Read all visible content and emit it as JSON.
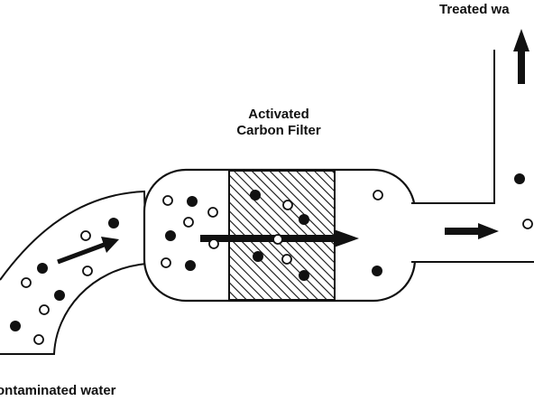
{
  "labels": {
    "filter_line1": "Activated",
    "filter_line2": "Carbon Filter",
    "treated": "Treated wa",
    "contaminated": "ontaminated water"
  },
  "colors": {
    "ink": "#111111",
    "background": "#ffffff"
  }
}
